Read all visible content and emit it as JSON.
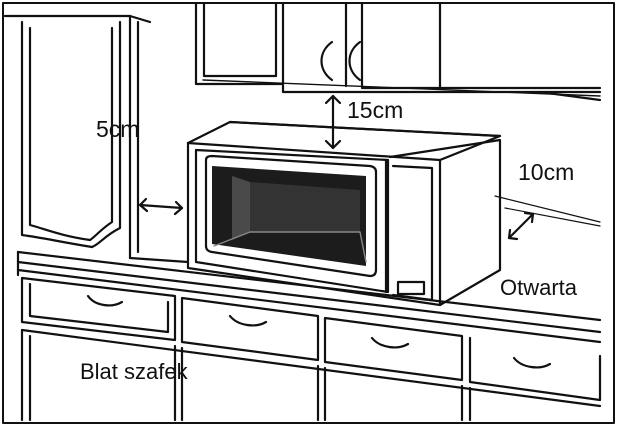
{
  "labels": {
    "side_clearance": "5cm",
    "top_clearance": "15cm",
    "back_clearance": "10cm",
    "back_open": "Otwarta",
    "countertop": "Blat szafek"
  }
}
